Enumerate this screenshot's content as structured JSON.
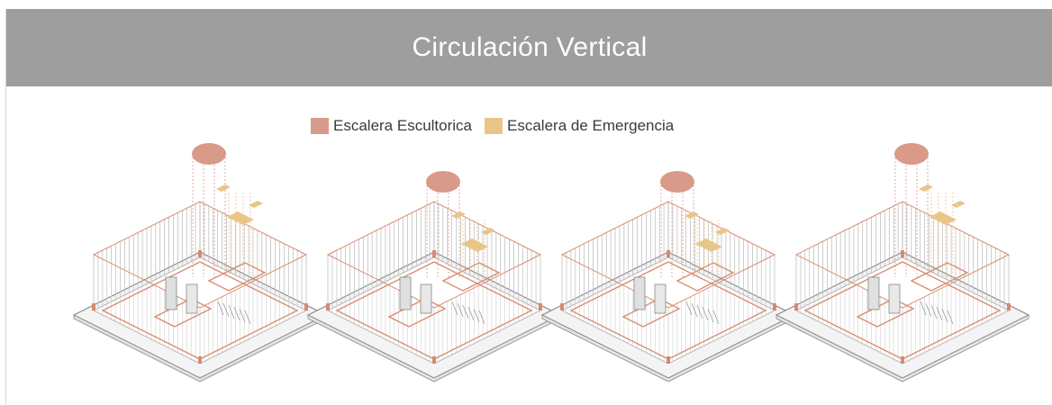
{
  "header": {
    "title": "Circulación Vertical"
  },
  "legend": {
    "items": [
      {
        "label": "Escalera Escultorica",
        "color": "#d99a8a"
      },
      {
        "label": "Escalera de Emergencia",
        "color": "#e9c58a"
      }
    ]
  },
  "colors": {
    "header_bg": "#9e9e9e",
    "structure": "#d98a6e",
    "fins": "#b8b8b8",
    "linework": "#8a8a8a"
  }
}
